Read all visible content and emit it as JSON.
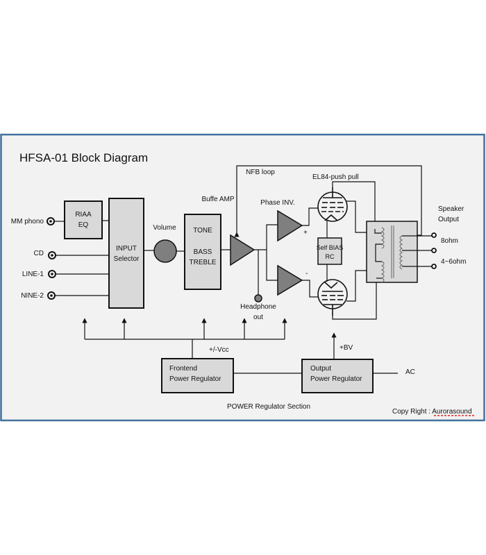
{
  "title": "HFSA-01 Block Diagram",
  "inputs": [
    {
      "label": "MM phono"
    },
    {
      "label": "CD"
    },
    {
      "label": "LINE-1"
    },
    {
      "label": "NINE-2"
    }
  ],
  "blocks": {
    "riaa": [
      "RIAA",
      "EQ"
    ],
    "input_selector": [
      "INPUT",
      "Selector"
    ],
    "volume": "Volume",
    "tone": [
      "TONE",
      "BASS",
      "TREBLE"
    ],
    "buffer_amp": "Buffe AMP",
    "phase_inv": "Phase INV.",
    "plus": "+",
    "minus": "-",
    "self_bias": [
      "Self BIAS",
      "RC"
    ],
    "el84": "EL84-push pull",
    "nfb": "NFB loop",
    "headphone": [
      "Headphone",
      "out"
    ],
    "speaker": [
      "Speaker",
      "Output"
    ],
    "ohm8": "8ohm",
    "ohm4": "4~6ohm",
    "frontend_reg": [
      "Frontend",
      "Power Regulator"
    ],
    "output_reg": [
      "Output",
      "Power Regulator"
    ],
    "vcc": "+/-Vcc",
    "bv": "+BV",
    "ac": "AC",
    "power_section": "POWER Regulator Section",
    "copyright": "Copy Right : Aurorasound"
  },
  "colors": {
    "frame_border": "#41719c",
    "background": "#f2f2f2",
    "block_fill": "#d9d9d9",
    "amp_fill": "#7f7f7f"
  }
}
